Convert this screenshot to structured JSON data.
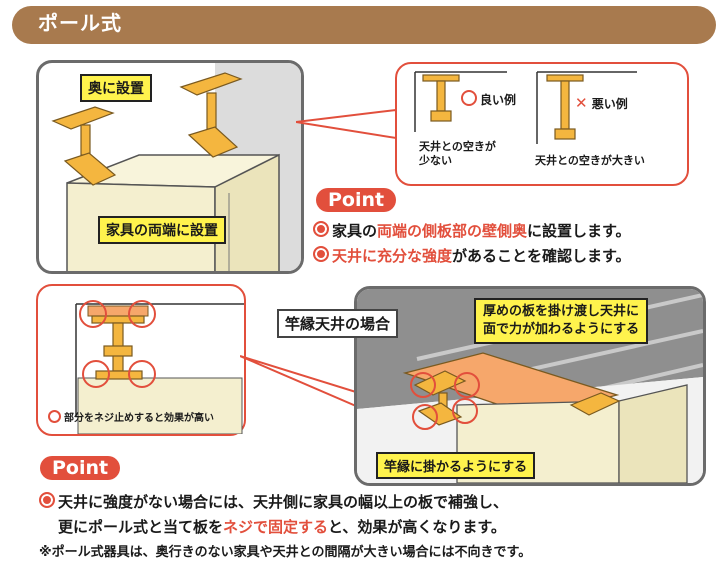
{
  "header": {
    "title": "ポール式"
  },
  "panel1": {
    "label_back": "奥に設置",
    "label_ends": "家具の両端に設置"
  },
  "callout1": {
    "good_label": "良い例",
    "good_caption_1": "天井との空きが",
    "good_caption_2": "少ない",
    "bad_mark": "✕",
    "bad_label": "悪い例",
    "bad_caption": "天井との空きが大きい"
  },
  "point1": {
    "badge": "Point",
    "line1_a": "家具の",
    "line1_b": "両端の側板部の壁側奥",
    "line1_c": "に設置します。",
    "line2_a": "天井に充分な強度",
    "line2_b": "があることを確認します。"
  },
  "callout2": {
    "caption": "部分をネジ止めすると効果が高い"
  },
  "panel2": {
    "label_title": "竿縁天井の場合",
    "label_board_1": "厚めの板を掛け渡し天井に",
    "label_board_2": "面で力が加わるようにする",
    "label_hook": "竿縁に掛かるようにする"
  },
  "point2": {
    "badge": "Point"
  },
  "bottom": {
    "line1": "天井に強度がない場合には、天井側に家具の幅以上の板で補強し、",
    "line2_a": "更にポール式と当て板を",
    "line2_b": "ネジで固定する",
    "line2_c": "と、効果が高くなります。",
    "note": "※ポール式器具は、奥行きのない家具や天井との間隔が大きい場合には不向きです。"
  },
  "colors": {
    "header": "#a87a4e",
    "accent_red": "#e24f3c",
    "label_yellow": "#fff34d",
    "pole_orange": "#f4b63f",
    "cabinet": "#f4efcf",
    "board_orange": "#f6a76b"
  }
}
